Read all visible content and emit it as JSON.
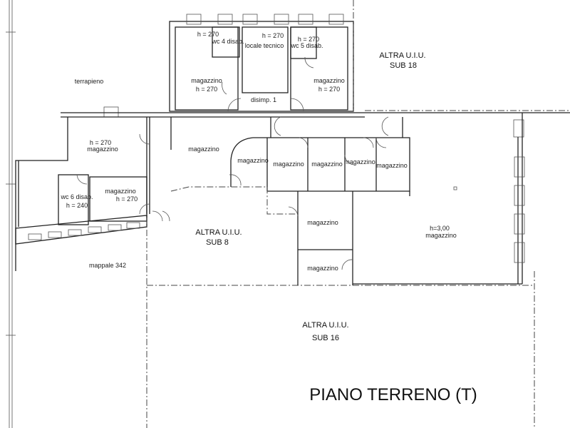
{
  "plan": {
    "title": "PIANO TERRENO (T)",
    "rooms": {
      "terrapieno": "terrapieno",
      "wc4_h": "h = 270",
      "wc4": "wc 4 disab.",
      "tec_h": "h = 270",
      "tec": "locale tecnico",
      "wc5_h": "h = 270",
      "wc5": "wc 5 disab.",
      "mag_nw": "magazzino",
      "mag_nw_h": "h = 270",
      "mag_ne": "magazzino",
      "mag_ne_h": "h = 270",
      "disimp": "disimp. 1",
      "mag_w_h": "h = 270",
      "mag_w": "magazzino",
      "mag_c": "magazzino",
      "mag_1": "magazzino",
      "mag_2": "magazzino",
      "mag_3": "magazzino",
      "mag_4": "magazzino",
      "mag_5": "magazzino",
      "wc6": "wc 6 disab.",
      "wc6_h": "h = 240",
      "mag_sw": "magazzino",
      "mag_sw_h": "h = 270",
      "mag_s1": "magazzino",
      "mag_s2": "magazzino",
      "mag_e_h": "h=3,00",
      "mag_e": "magazzino",
      "mappale": "mappale 342"
    },
    "others": {
      "sub18_a": "ALTRA U.I.U.",
      "sub18_b": "SUB 18",
      "sub8_a": "ALTRA U.I.U.",
      "sub8_b": "SUB 8",
      "sub16_a": "ALTRA U.I.U.",
      "sub16_b": "SUB 16"
    }
  }
}
